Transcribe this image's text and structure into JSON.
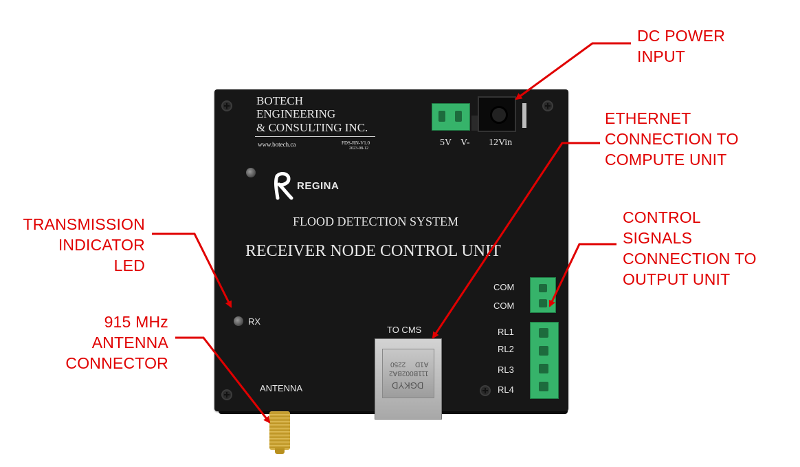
{
  "device": {
    "company_line1": "BOTECH",
    "company_line2": "ENGINEERING",
    "company_line3": "& CONSULTING INC.",
    "website": "www.botech.ca",
    "model_code": "FDS-RN-V1.0",
    "build_date": "2023-08-12",
    "logo_text": "REGINA",
    "system_title": "FLOOD DETECTION SYSTEM",
    "unit_title": "RECEIVER NODE CONTROL UNIT",
    "label_5v": "5V",
    "label_vminus": "V-",
    "label_12vin": "12Vin",
    "label_rx": "RX",
    "label_to_cms": "TO CMS",
    "label_antenna": "ANTENNA",
    "label_com1": "COM",
    "label_com2": "COM",
    "label_rl1": "RL1",
    "label_rl2": "RL2",
    "label_rl3": "RL3",
    "label_rl4": "RL4",
    "rj45_line1": "DGKYD",
    "rj45_line2": "111B002BA2",
    "rj45_line3": "2250",
    "rj45_line4": "A1D"
  },
  "annotations": {
    "dc_power": "DC POWER\nINPUT",
    "ethernet": "ETHERNET\nCONNECTION TO\nCOMPUTE UNIT",
    "control_signals": "CONTROL\nSIGNALS\nCONNECTION TO\nOUTPUT UNIT",
    "transmission_led": "TRANSMISSION\nINDICATOR\nLED",
    "antenna": "915 MHz\nANTENNA\nCONNECTOR"
  },
  "colors": {
    "annotation": "#e00000",
    "board": "#171717",
    "terminal": "#36b36a"
  }
}
